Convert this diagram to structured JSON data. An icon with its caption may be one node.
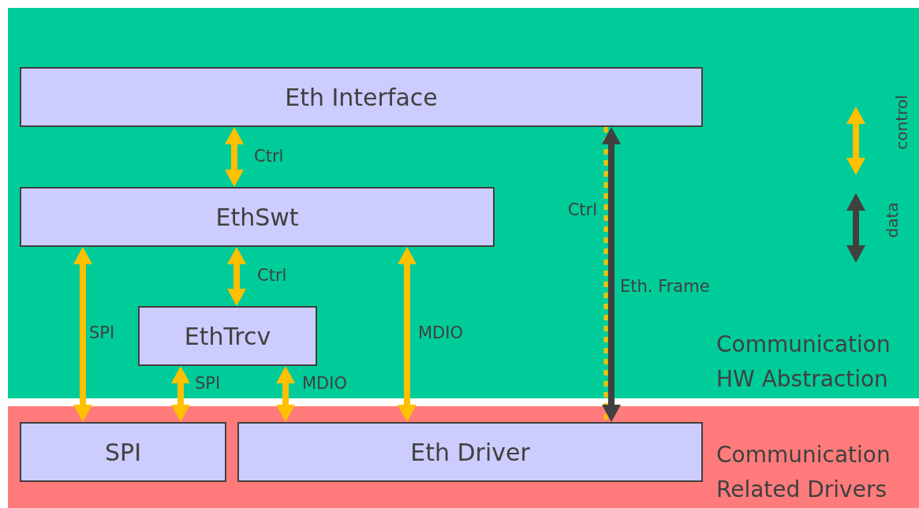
{
  "diagram": {
    "nodes": [
      {
        "text": [
          "Communication HW Abstraction"
        ]
      },
      {
        "text": [
          "Eth Interface"
        ],
        "in": 0
      },
      {
        "text": [
          "EthSwt"
        ],
        "in": 0
      },
      {
        "text": [
          "EthTrcv"
        ],
        "in": 0
      },
      {
        "text": [
          "Communication Related Drivers"
        ]
      },
      {
        "text": [
          "SPI"
        ],
        "in": 4
      },
      {
        "text": [
          "Eth Driver"
        ],
        "in": 4
      }
    ],
    "edges": [
      {
        "from": 1,
        "to": 2,
        "arrow": "both",
        "label": "Ctrl"
      },
      {
        "from": 2,
        "to": 5,
        "arrow": "both",
        "label": "SPI"
      },
      {
        "from": 2,
        "to": 3,
        "arrow": "both",
        "label": "Ctrl"
      },
      {
        "from": 2,
        "to": 6,
        "arrow": "both",
        "label": "MDIO"
      },
      {
        "from": 3,
        "to": 5,
        "arrow": "both",
        "label": "SPI"
      },
      {
        "from": 3,
        "to": 6,
        "arrow": "both",
        "label": "MDIO"
      },
      {
        "from": 1,
        "to": 6,
        "arrow": "none",
        "label": "Ctrl",
        "style": "dashed"
      },
      {
        "from": 1,
        "to": 6,
        "arrow": "both",
        "label": "Eth. Frame",
        "color": "#404040"
      }
    ],
    "legend": [
      {
        "text": "control"
      },
      {
        "text": "data"
      }
    ]
  }
}
